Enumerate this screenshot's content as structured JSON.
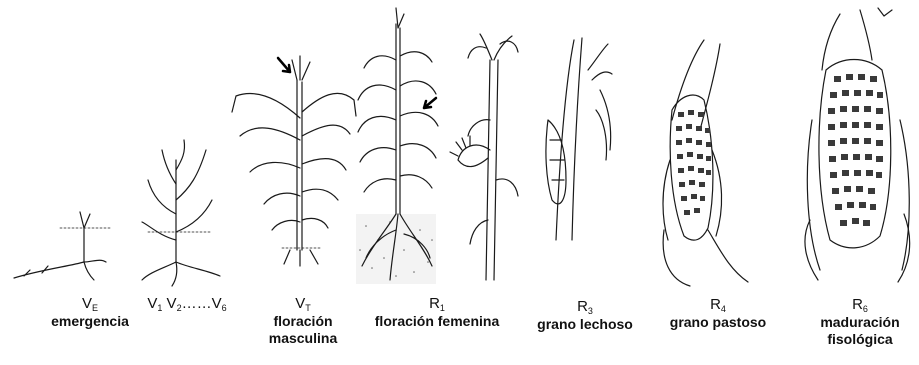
{
  "stages": [
    {
      "id": "ve",
      "code_main": "V",
      "code_sub": "E",
      "code_rest": "",
      "desc": [
        "emergencia"
      ]
    },
    {
      "id": "v1-v6",
      "code_main": "V",
      "code_sub": "1",
      "code_rest": " V",
      "code_sub2": "2",
      "code_rest2": "……V",
      "code_sub3": "6",
      "desc": []
    },
    {
      "id": "vt",
      "code_main": "V",
      "code_sub": "T",
      "code_rest": "",
      "desc": [
        "floración",
        "masculina"
      ]
    },
    {
      "id": "r1",
      "code_main": "R",
      "code_sub": "1",
      "code_rest": "",
      "desc": [
        "floración femenina"
      ]
    },
    {
      "id": "r3",
      "code_main": "R",
      "code_sub": "3",
      "code_rest": "",
      "desc": [
        "grano lechoso"
      ]
    },
    {
      "id": "r4",
      "code_main": "R",
      "code_sub": "4",
      "code_rest": "",
      "desc": [
        "grano pastoso"
      ]
    },
    {
      "id": "r6",
      "code_main": "R",
      "code_sub": "6",
      "code_rest": "",
      "desc": [
        "maduración",
        "fisológica"
      ]
    }
  ],
  "colors": {
    "ink": "#1a1a1a",
    "kernel": "#3a3a3a",
    "soil": "#666666"
  },
  "icons": [
    "corn-seedling-drawing",
    "corn-young-plant-drawing",
    "corn-tasseling-plant-drawing",
    "corn-silking-plant-drawing",
    "corn-silk-ear-drawing",
    "corn-milk-ear-drawing",
    "corn-dough-ear-drawing",
    "corn-mature-ear-drawing"
  ]
}
